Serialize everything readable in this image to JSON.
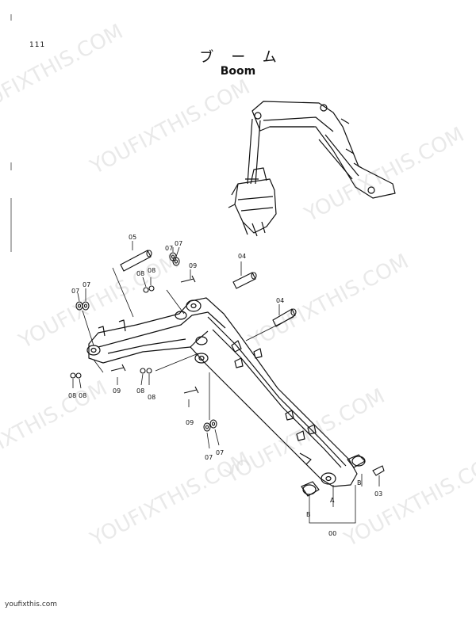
{
  "header": {
    "page_number": "111",
    "title_jp": "ブーム",
    "title_en": "Boom"
  },
  "watermark": {
    "text": "YOUFIXTHIS.COM",
    "color": "#d8d8d8"
  },
  "footer": {
    "source": "youfixthis.com"
  },
  "callouts": [
    {
      "id": "c05",
      "text": "05"
    },
    {
      "id": "c07a",
      "text": "07"
    },
    {
      "id": "c07b",
      "text": "07"
    },
    {
      "id": "c09a",
      "text": "09"
    },
    {
      "id": "c08a",
      "text": "08"
    },
    {
      "id": "c08b",
      "text": "08"
    },
    {
      "id": "c04a",
      "text": "04"
    },
    {
      "id": "c07c",
      "text": "07"
    },
    {
      "id": "c07d",
      "text": "07"
    },
    {
      "id": "c04b",
      "text": "04"
    },
    {
      "id": "c08c",
      "text": "08"
    },
    {
      "id": "c08d",
      "text": "08"
    },
    {
      "id": "c09b",
      "text": "09"
    },
    {
      "id": "c08e",
      "text": "08"
    },
    {
      "id": "c08f",
      "text": "08"
    },
    {
      "id": "c09c",
      "text": "09"
    },
    {
      "id": "c07e",
      "text": "07"
    },
    {
      "id": "c07f",
      "text": "07"
    },
    {
      "id": "cB1",
      "text": "B"
    },
    {
      "id": "c03",
      "text": "03"
    },
    {
      "id": "cA",
      "text": "A"
    },
    {
      "id": "cB2",
      "text": "B"
    },
    {
      "id": "c00",
      "text": "00"
    }
  ]
}
